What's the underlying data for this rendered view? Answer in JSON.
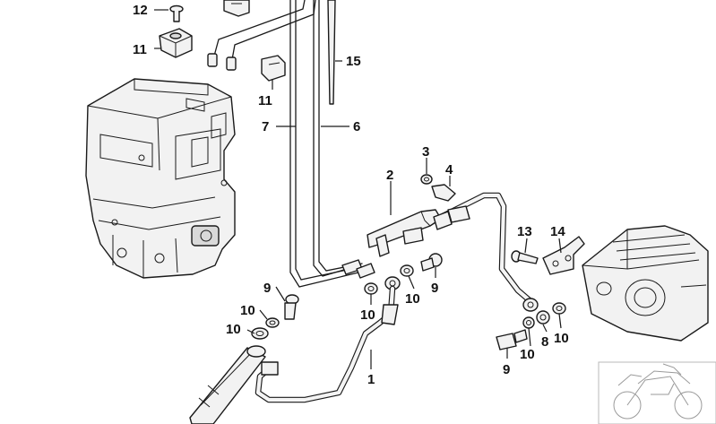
{
  "callouts": [
    {
      "id": "c12",
      "label": "12"
    },
    {
      "id": "c11a",
      "label": "11"
    },
    {
      "id": "c11b",
      "label": "11"
    },
    {
      "id": "c15",
      "label": "15"
    },
    {
      "id": "c7",
      "label": "7"
    },
    {
      "id": "c6",
      "label": "6"
    },
    {
      "id": "c3",
      "label": "3"
    },
    {
      "id": "c4",
      "label": "4"
    },
    {
      "id": "c2",
      "label": "2"
    },
    {
      "id": "c13",
      "label": "13"
    },
    {
      "id": "c14",
      "label": "14"
    },
    {
      "id": "c9a",
      "label": "9"
    },
    {
      "id": "c10a",
      "label": "10"
    },
    {
      "id": "c10b",
      "label": "10"
    },
    {
      "id": "c10c",
      "label": "10"
    },
    {
      "id": "c10d",
      "label": "10"
    },
    {
      "id": "c9b",
      "label": "9"
    },
    {
      "id": "c1",
      "label": "1"
    },
    {
      "id": "c9c",
      "label": "9"
    },
    {
      "id": "c10e",
      "label": "10"
    },
    {
      "id": "c8",
      "label": "8"
    },
    {
      "id": "c10f",
      "label": "10"
    }
  ]
}
